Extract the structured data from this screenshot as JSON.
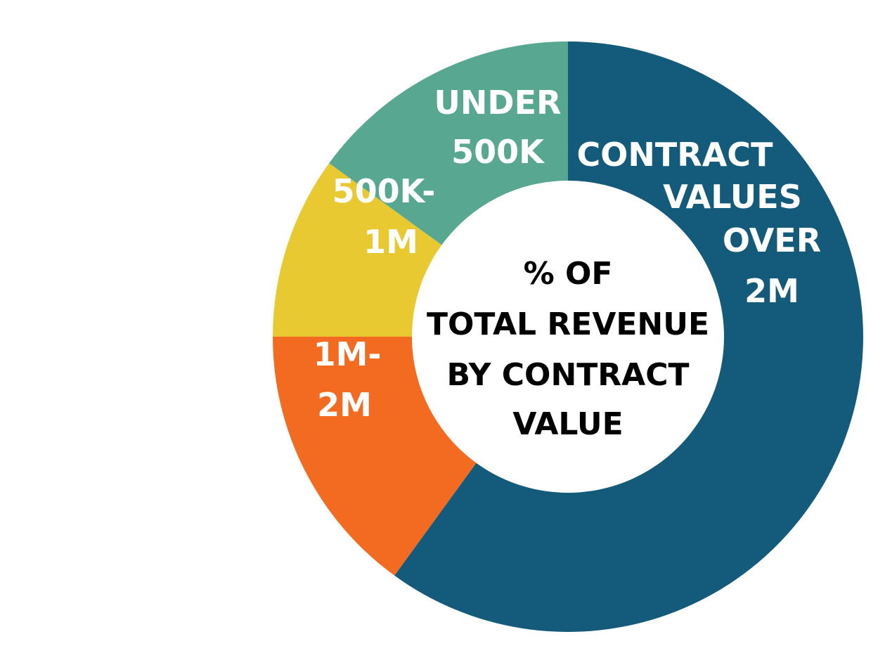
{
  "chart_data": {
    "type": "pie",
    "variant": "donut",
    "title": "% OF TOTAL REVENUE BY CONTRACT VALUE",
    "title_lines": [
      "% OF",
      "TOTAL REVENUE",
      "BY CONTRACT",
      "VALUE"
    ],
    "start": "12 o'clock",
    "direction": "clockwise",
    "slices": [
      {
        "key": "over2m",
        "label": "CONTRACT VALUES OVER 2M",
        "label_lines": [
          "CONTRACT",
          "VALUES",
          "OVER",
          "2M"
        ],
        "value": 60,
        "color": "#145b7b"
      },
      {
        "key": "m1to2",
        "label": "1M-2M",
        "label_lines": [
          "1M-",
          "2M"
        ],
        "value": 15,
        "color": "#f26b21"
      },
      {
        "key": "k500to1m",
        "label": "500K-1M",
        "label_lines": [
          "500K-",
          "1M"
        ],
        "value": 10,
        "color": "#e8c931"
      },
      {
        "key": "under500k",
        "label": "UNDER 500K",
        "label_lines": [
          "UNDER",
          "500K"
        ],
        "value": 15,
        "color": "#58a891"
      }
    ],
    "legend": "none",
    "grid": false
  }
}
